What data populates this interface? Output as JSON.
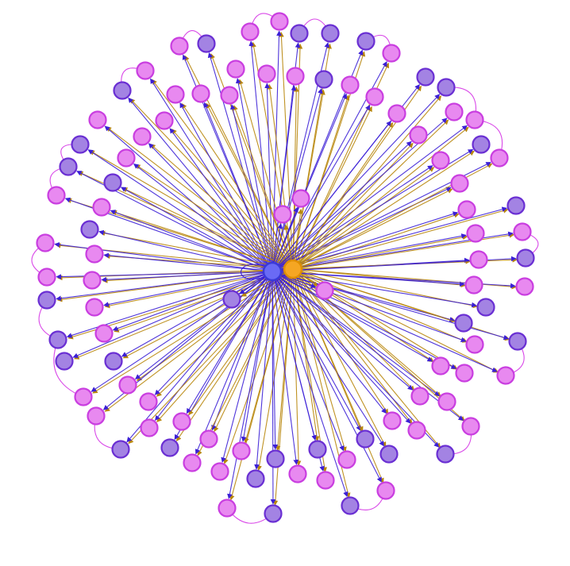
{
  "diagram": {
    "type": "network-graph",
    "layout": "radial",
    "colors": {
      "background": "#ffffff",
      "hub_primary_fill": "#6a6af5",
      "hub_primary_stroke": "#3a3ad8",
      "hub_secondary_fill": "#f5a623",
      "hub_secondary_stroke": "#e08e00",
      "purple_fill": "#a383e3",
      "purple_stroke": "#6a2fd3",
      "pink_fill": "#e889f0",
      "pink_stroke": "#c93ee0",
      "edge_primary": "#3b1fd6",
      "edge_secondary": "#b8860b",
      "edge_loop": "#d948e8"
    },
    "hubs": [
      {
        "id": "hub-primary",
        "kind": "primary"
      },
      {
        "id": "hub-secondary",
        "kind": "secondary"
      }
    ],
    "leaf_count": 110,
    "leaf_kinds": {
      "pink": 72,
      "purple": 38
    },
    "loop_arcs": 12
  }
}
